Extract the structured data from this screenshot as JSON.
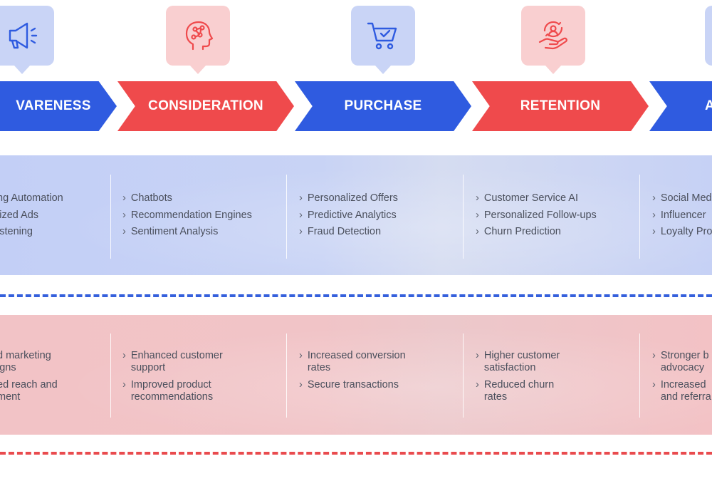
{
  "stages": [
    {
      "label": "VARENESS",
      "color": "blue",
      "icon": "megaphone-icon"
    },
    {
      "label": "CONSIDERATION",
      "color": "red",
      "icon": "ai-head-icon"
    },
    {
      "label": "PURCHASE",
      "color": "blue",
      "icon": "shopping-cart-icon"
    },
    {
      "label": "RETENTION",
      "color": "red",
      "icon": "customer-care-icon"
    },
    {
      "label": "A",
      "color": "blue",
      "icon": "advocacy-icon"
    }
  ],
  "tools": [
    [
      "ng Automation",
      "lized Ads",
      "istening"
    ],
    [
      "Chatbots",
      "Recommendation Engines",
      "Sentiment Analysis"
    ],
    [
      "Personalized Offers",
      "Predictive Analytics",
      "Fraud Detection"
    ],
    [
      "Customer Service AI",
      "Personalized Follow-ups",
      "Churn Prediction"
    ],
    [
      "Social Med",
      "Influencer",
      "Loyalty Pro"
    ]
  ],
  "benefits": [
    [
      [
        "d marketing",
        "igns"
      ],
      [
        "ed reach and",
        "ment"
      ]
    ],
    [
      [
        "Enhanced customer",
        "support"
      ],
      [
        "Improved product",
        "recommendations"
      ]
    ],
    [
      [
        "Increased conversion",
        "rates"
      ],
      [
        "Secure transactions"
      ]
    ],
    [
      [
        "Higher customer",
        "satisfaction"
      ],
      [
        "Reduced churn",
        "rates"
      ]
    ],
    [
      [
        "Stronger b",
        "advocacy"
      ],
      [
        "Increased",
        "and referra"
      ]
    ]
  ],
  "bullet": "›",
  "colors": {
    "blue": "#2f5be0",
    "red": "#ef4a4c",
    "blue_light": "#c9d4f6",
    "red_light": "#f9cfd0"
  }
}
